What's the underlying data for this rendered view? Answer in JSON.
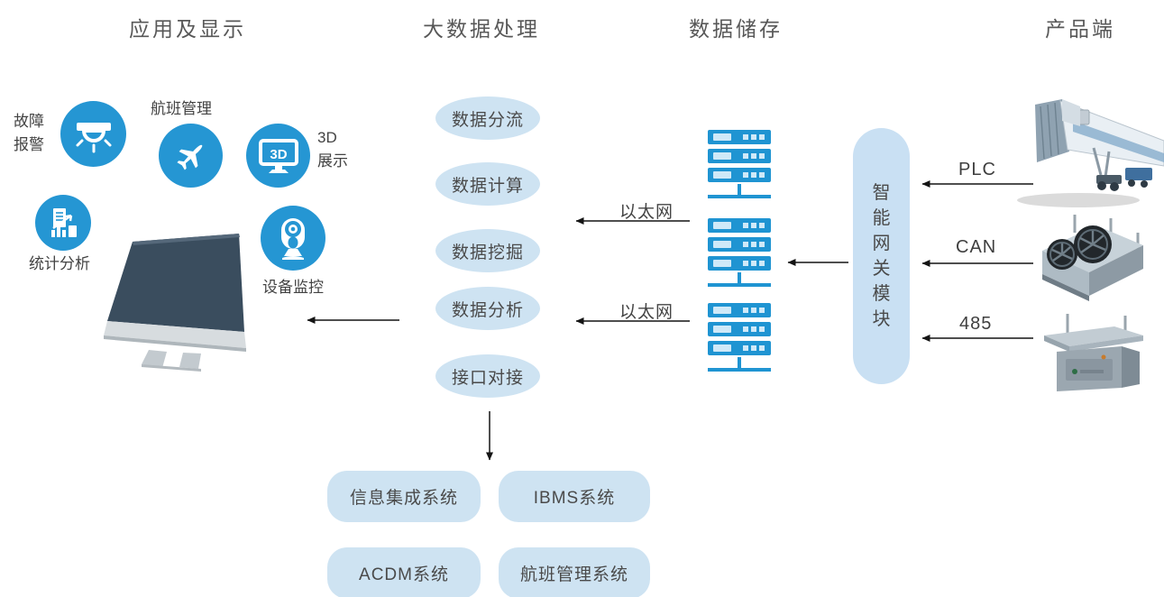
{
  "headers": [
    {
      "label": "应用及显示"
    },
    {
      "label": "大数据处理"
    },
    {
      "label": "数据储存"
    },
    {
      "label": "产品端"
    }
  ],
  "display_apps": {
    "fault_alarm": {
      "line1": "故障",
      "line2": "报警"
    },
    "flight_mgmt": {
      "label": "航班管理"
    },
    "three_d": {
      "line1": "3D",
      "line2": "展示",
      "icon_text": "3D"
    },
    "stats": {
      "label": "统计分析"
    },
    "device_monitor": {
      "label": "设备监控"
    }
  },
  "processing": {
    "items": [
      {
        "label": "数据分流"
      },
      {
        "label": "数据计算"
      },
      {
        "label": "数据挖掘"
      },
      {
        "label": "数据分析"
      },
      {
        "label": "接口对接"
      }
    ]
  },
  "storage": {
    "ethernet_links": [
      {
        "label": "以太网"
      },
      {
        "label": "以太网"
      }
    ],
    "server_count": 3
  },
  "gateway": {
    "label": "智能网关模块"
  },
  "protocols": [
    {
      "label": "PLC"
    },
    {
      "label": "CAN"
    },
    {
      "label": "485"
    }
  ],
  "bottom_systems": [
    {
      "label": "信息集成系统"
    },
    {
      "label": "IBMS系统"
    },
    {
      "label": "ACDM系统"
    },
    {
      "label": "航班管理系统"
    }
  ],
  "colors": {
    "accent_blue": "#2596d3",
    "server_blue": "#1f94d2",
    "light_blue": "#cee3f2",
    "monitor_dark": "#3a4d5e",
    "text_dark": "#4a4a4a",
    "header_gray": "#585858"
  }
}
